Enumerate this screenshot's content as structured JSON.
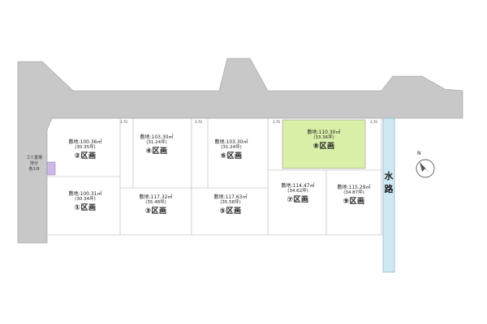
{
  "plots": [
    {
      "id": "plot-2",
      "area": "敷地:100.36㎡",
      "tsubo": "(30.35坪)",
      "name": "②区画"
    },
    {
      "id": "plot-4",
      "area": "敷地:103.30㎡",
      "tsubo": "(31.24坪)",
      "name": "④区画"
    },
    {
      "id": "plot-6",
      "area": "敷地:103.30㎡",
      "tsubo": "(31.24坪)",
      "name": "⑥区画"
    },
    {
      "id": "plot-8",
      "area": "敷地:110.30㎡",
      "tsubo": "(33.36坪)",
      "name": "⑧区画"
    },
    {
      "id": "plot-1",
      "area": "敷地:100.31㎡",
      "tsubo": "(30.34坪)",
      "name": "①区画"
    },
    {
      "id": "plot-3",
      "area": "敷地:117.32㎡",
      "tsubo": "(35.48坪)",
      "name": "③区画"
    },
    {
      "id": "plot-5",
      "area": "敷地:117.63㎡",
      "tsubo": "(35.58坪)",
      "name": "⑤区画"
    },
    {
      "id": "plot-7",
      "area": "敷地:114.47㎡",
      "tsubo": "(34.62坪)",
      "name": "⑦区画"
    },
    {
      "id": "plot-9",
      "area": "敷地:115.29㎡",
      "tsubo": "(34.87坪)",
      "name": "⑨区画"
    }
  ],
  "road_widths": [
    "3.70",
    "3.70",
    "3.70",
    "3.70"
  ],
  "garbage_station": {
    "line1": "ゴミ置場",
    "line2": "持分",
    "line3": "各1/9"
  },
  "waterway_label": "水路",
  "north_label": "N",
  "colors": {
    "road": "#c8c8c8",
    "road_edge": "#9a9a9a",
    "plot_line": "#b0b0b0",
    "highlight_plot": "#d9f0a8",
    "waterway": "#cfe9f4",
    "waterway_edge": "#8fb8cc",
    "garbage": "#cdb8e6"
  }
}
